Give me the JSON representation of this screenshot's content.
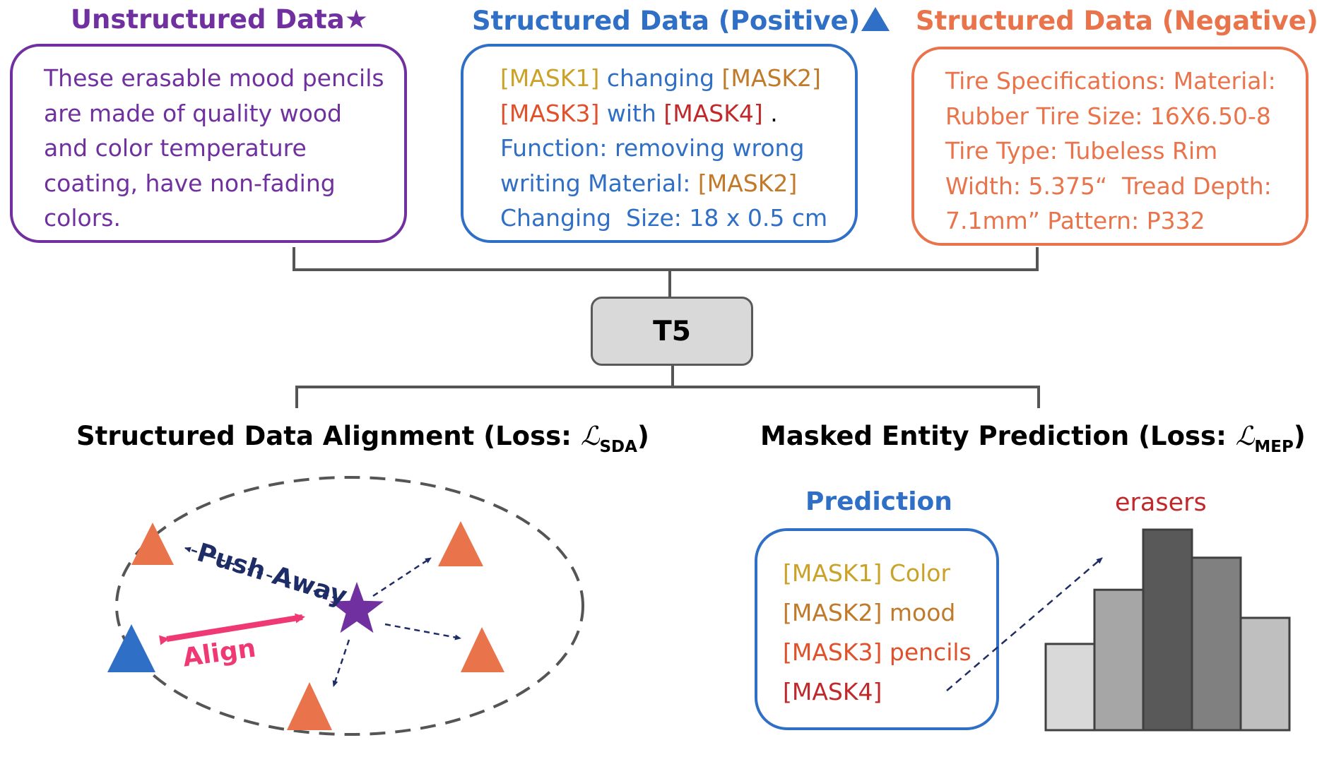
{
  "unstructured": {
    "title": "Unstructured Data",
    "lines": [
      "These erasable mood pencils",
      "are made of quality wood",
      "and color temperature",
      "coating, have non-fading",
      "colors."
    ]
  },
  "positive": {
    "title": "Structured Data (Positive)",
    "l1": {
      "m1": "[MASK1]",
      "t1": " changing ",
      "m2": "[MASK2]"
    },
    "l2": {
      "m3": "[MASK3]",
      "t1": " with ",
      "m4": "[MASK4]",
      "t2": " ."
    },
    "l3": "Function: removing wrong",
    "l4": {
      "t1": "writing Material: ",
      "m2": "[MASK2]"
    },
    "l5": "Changing  Size: 18 x 0.5 cm"
  },
  "negative": {
    "title": "Structured Data (Negative)",
    "lines": [
      "Tire Specifications: Material:",
      "Rubber Tire Size: 16X6.50-8",
      "Tire Type: Tubeless Rim",
      "Width: 5.375“  Tread Depth:",
      "7.1mm” Pattern: P332"
    ]
  },
  "model": {
    "label": "T5"
  },
  "sda": {
    "title": "Structured Data Alignment (Loss: ",
    "symbol": "ℒ",
    "sub": "SDA",
    "close": ")"
  },
  "mep": {
    "title": "Masked Entity Prediction (Loss: ",
    "symbol": "ℒ",
    "sub": "MEP",
    "close": ")"
  },
  "labels": {
    "push_away": "Push Away",
    "align": "Align"
  },
  "prediction": {
    "title": "Prediction",
    "rows": [
      {
        "mask": "[MASK1]",
        "word": " Color"
      },
      {
        "mask": "[MASK2]",
        "word": " mood"
      },
      {
        "mask": "[MASK3]",
        "word": " pencils"
      },
      {
        "mask": "[MASK4]",
        "word": ""
      }
    ]
  },
  "histogram": {
    "label": "erasers",
    "values": [
      0.43,
      0.7,
      1.0,
      0.86,
      0.56
    ]
  },
  "colors": {
    "purple": "#7030a0",
    "blue": "#2f6fc6",
    "orange": "#e9734a",
    "mask1": "#c9a227",
    "mask2": "#c07a2a",
    "mask3": "#e0502a",
    "mask4": "#c0282a",
    "navy": "#1f2d66",
    "pink": "#ef3975"
  }
}
